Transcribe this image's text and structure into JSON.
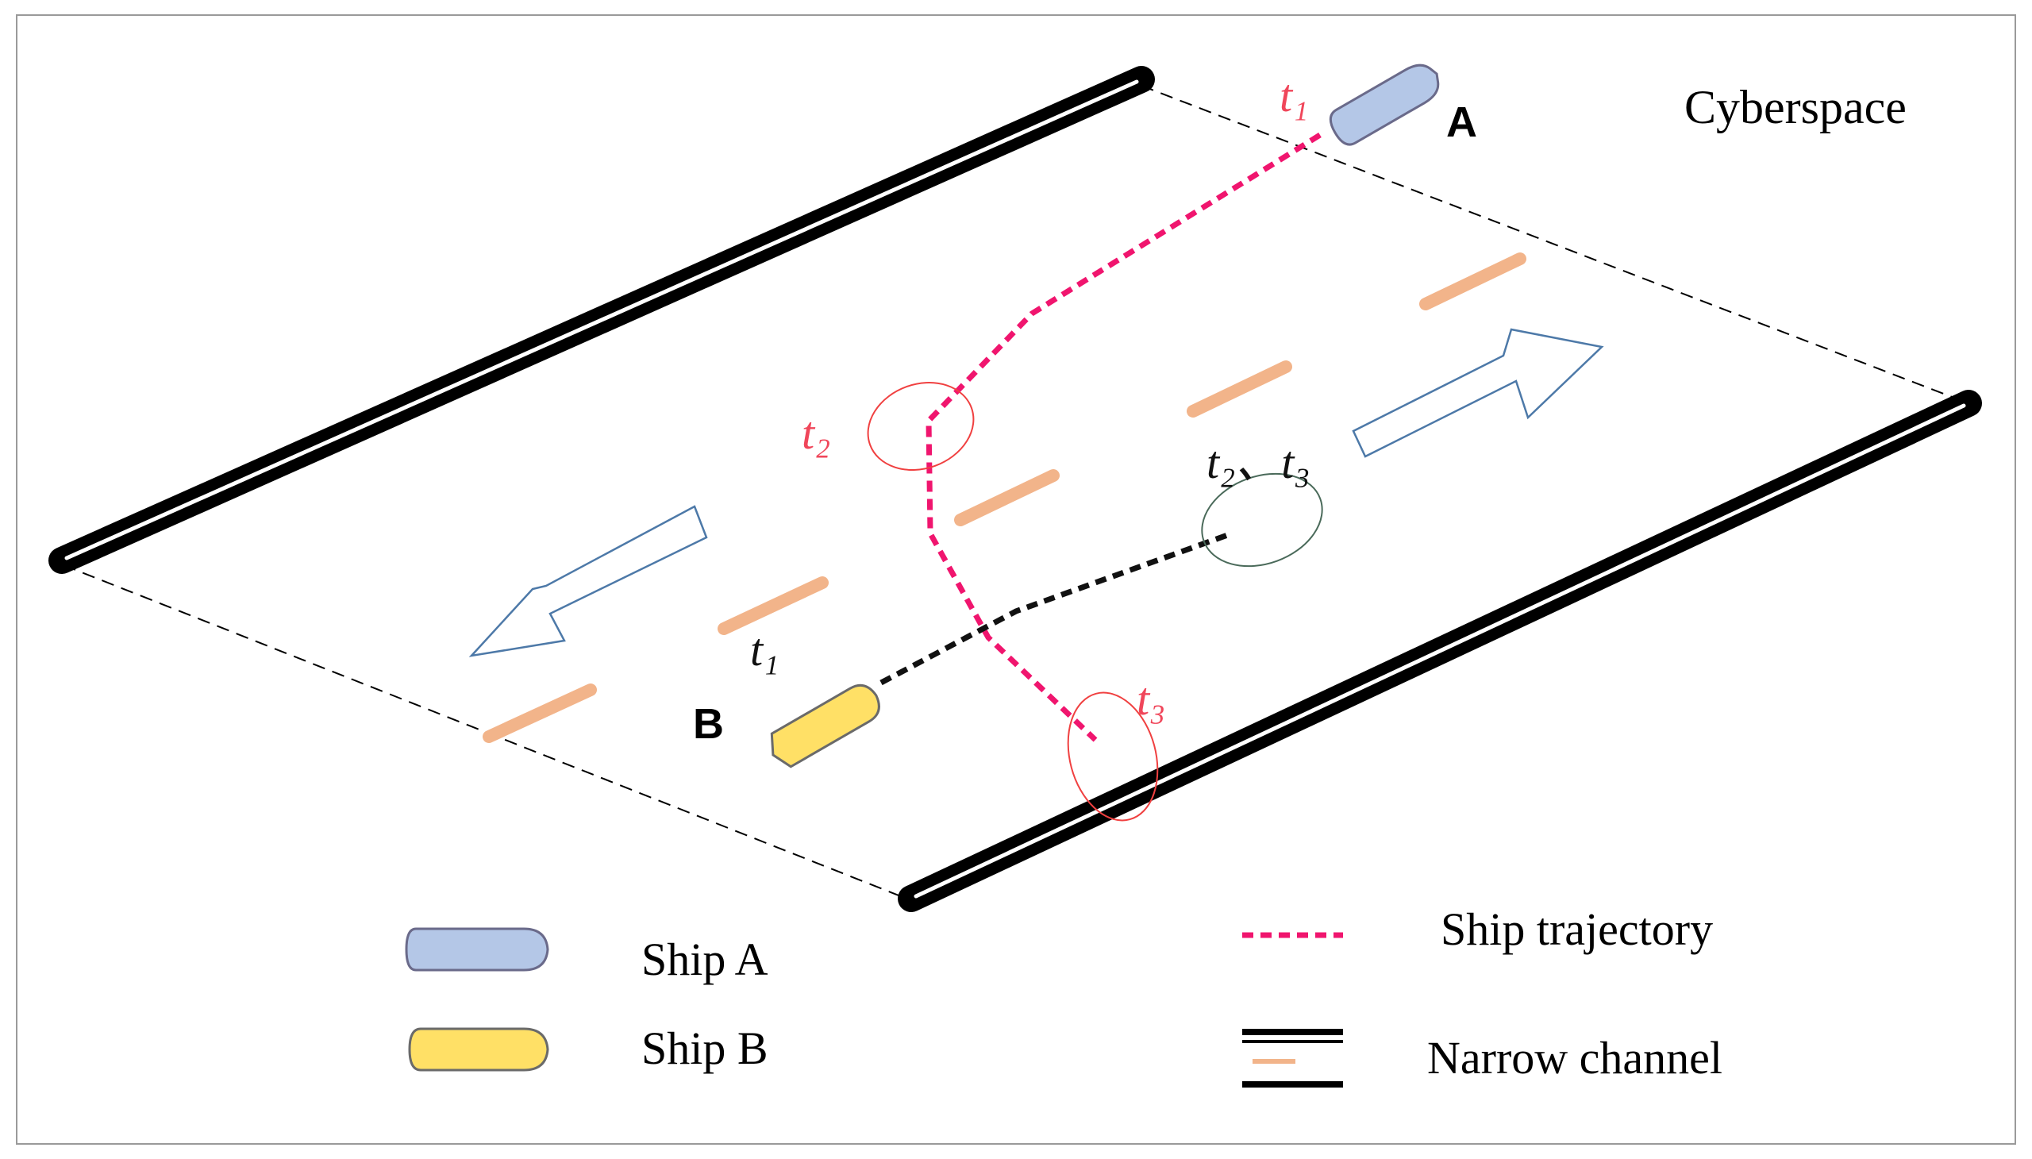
{
  "space_label": "Cyberspace",
  "ships": {
    "a": {
      "label": "A",
      "fill": "#b4c7e7",
      "stroke": "#6a6a8a"
    },
    "b": {
      "label": "B",
      "fill": "#ffe066",
      "stroke": "#6a6a6a"
    }
  },
  "time_labels": {
    "a_t1": "t₁",
    "a_t2": "t₂",
    "a_t3": "t₃",
    "b_t1": "t₁",
    "b_t2t3": "t₂、t₃"
  },
  "legend": {
    "ship_a": "Ship A",
    "ship_b": "Ship B",
    "trajectory": "Ship trajectory",
    "channel": "Narrow channel"
  },
  "colors": {
    "trajectory_a": "#f0156e",
    "trajectory_b": "#111111",
    "time_label_red": "#f0465a",
    "centerline": "#f2b48a",
    "arrow_outline": "#4d79a8",
    "channel_wall": "#000000"
  }
}
